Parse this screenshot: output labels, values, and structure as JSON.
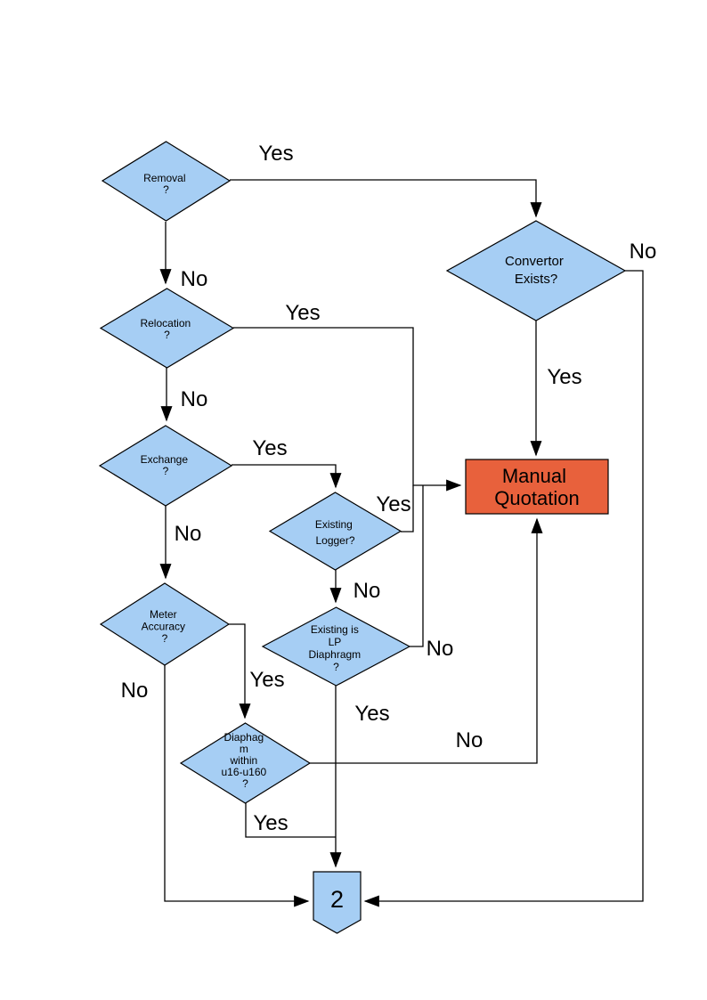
{
  "colors": {
    "node_fill": "#A6CEF4",
    "node_stroke": "#000000",
    "manual_fill": "#E8613C",
    "background": "#FFFFFF"
  },
  "nodes": {
    "removal": {
      "lines": [
        "Removal",
        "?"
      ]
    },
    "convertor": {
      "lines": [
        "Convertor",
        "Exists?"
      ]
    },
    "relocation": {
      "lines": [
        "Relocation",
        "?"
      ]
    },
    "exchange": {
      "lines": [
        "Exchange",
        "?"
      ]
    },
    "existing_logger": {
      "lines": [
        "Existing",
        "Logger?"
      ]
    },
    "existing_lp": {
      "lines": [
        "Existing is",
        "LP",
        "Diaphragm",
        "?"
      ]
    },
    "meter_accuracy": {
      "lines": [
        "Meter",
        "Accuracy",
        "?"
      ]
    },
    "diaphragm_range": {
      "lines": [
        "Diaphag",
        "m",
        "within",
        "u16-u160",
        "?"
      ]
    },
    "manual_quotation": {
      "lines": [
        "Manual",
        "Quotation"
      ]
    },
    "connector": {
      "label": "2"
    }
  },
  "edge_labels": {
    "removal_yes": "Yes",
    "removal_no": "No",
    "convertor_no": "No",
    "convertor_yes": "Yes",
    "relocation_yes": "Yes",
    "relocation_no": "No",
    "exchange_yes": "Yes",
    "exchange_no": "No",
    "logger_yes": "Yes",
    "logger_no": "No",
    "lp_no": "No",
    "lp_yes": "Yes",
    "meter_yes": "Yes",
    "meter_no": "No",
    "range_no": "No",
    "range_yes": "Yes"
  }
}
